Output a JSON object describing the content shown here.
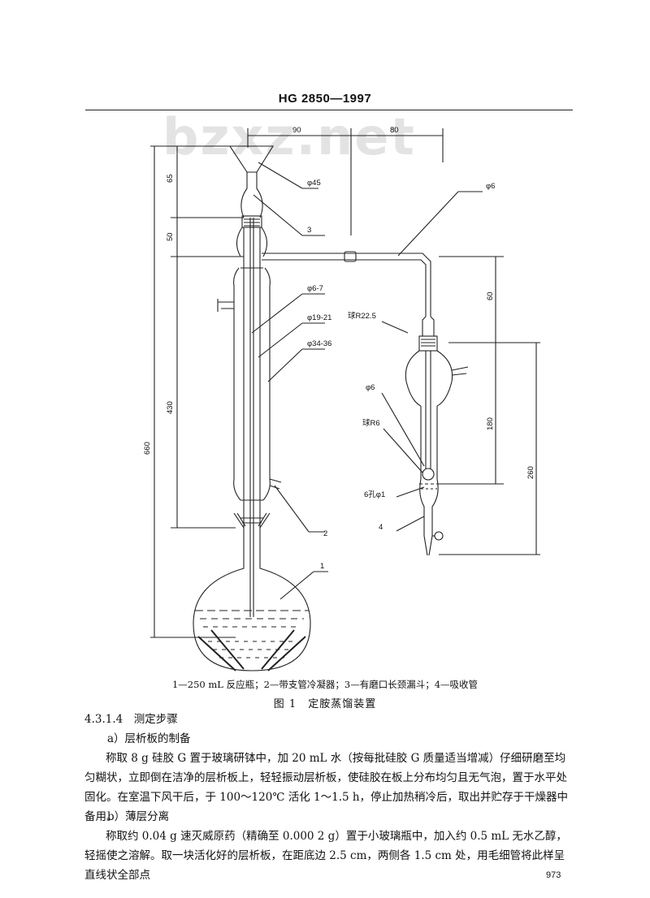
{
  "header": {
    "code": "HG 2850—1997"
  },
  "watermark": "bzxz.net",
  "figure": {
    "dims": {
      "top_left": "90",
      "top_right": "80",
      "d65": "65",
      "d50": "50",
      "d430": "430",
      "d660": "660",
      "d60": "60",
      "d180": "180",
      "d260": "260"
    },
    "labels": {
      "phi45": "φ45",
      "phi6_top": "φ6",
      "phi6_7": "φ6-7",
      "phi19_21": "φ19-21",
      "phi34_36": "φ34-36",
      "ball_r22": "球R22.5",
      "phi6_mid": "φ6",
      "ball_r6": "球R6",
      "hole": "6孔φ1",
      "n1": "1",
      "n2": "2",
      "n3": "3",
      "n4": "4"
    },
    "caption": "1—250 mL 反应瓶；2—带支管冷凝器；3—有磨口长颈漏斗；4—吸收管",
    "title": "图 1　定胺蒸馏装置"
  },
  "body": {
    "section": "4.3.1.4　测定步骤",
    "sub_a": "a）层析板的制备",
    "para1": "称取 8 g 硅胶 G 置于玻璃研钵中，加 20 mL 水（按每批硅胶 G 质量适当增减）仔细研磨至均匀糊状，立即倒在洁净的层析板上，轻轻振动层析板，使硅胶在板上分布均匀且无气泡，置于水平处固化。在室温下风干后，于 100～120℃ 活化 1～1.5 h，停止加热稍冷后，取出并贮存于干燥器中备用。",
    "sub_b": "b）薄层分离",
    "para2": "称取约 0.04 g 速灭威原药（精确至 0.000 2 g）置于小玻璃瓶中，加入约 0.5 mL 无水乙醇，轻摇使之溶解。取一块活化好的层析板，在距底边 2.5 cm，两侧各 1.5 cm 处，用毛细管将此样呈直线状全部点"
  },
  "page_number": "973"
}
